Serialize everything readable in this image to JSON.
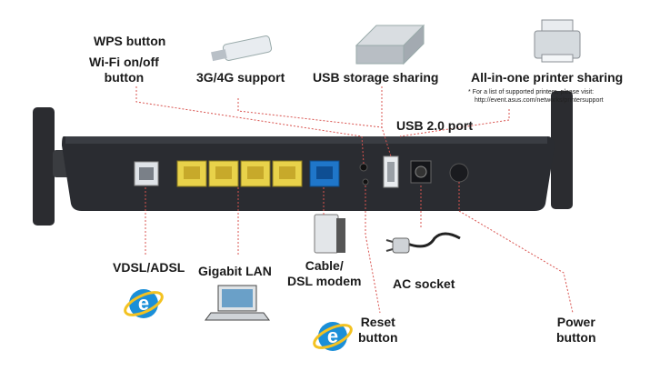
{
  "labels": {
    "wps_button": "WPS button",
    "wifi_button": "Wi-Fi on/off\nbutton",
    "g3g4": "3G/4G support",
    "usb_storage": "USB storage sharing",
    "printer": "All-in-one printer sharing",
    "printer_note1": "* For a list of supported printers, please visit:",
    "printer_note2": "http://event.asus.com/networks/printersupport",
    "usb_port": "USB 2.0 port",
    "vdsl": "VDSL/ADSL",
    "gigabit": "Gigabit LAN",
    "cable": "Cable/\nDSL modem",
    "ac": "AC socket",
    "reset": "Reset\nbutton",
    "power": "Power\nbutton"
  },
  "colors": {
    "router_body": "#2a2c31",
    "lan_port": "#e8d24a",
    "wan_port": "#1f76c9",
    "leader_line": "#d9534f",
    "ie_blue": "#1b8fd8"
  }
}
